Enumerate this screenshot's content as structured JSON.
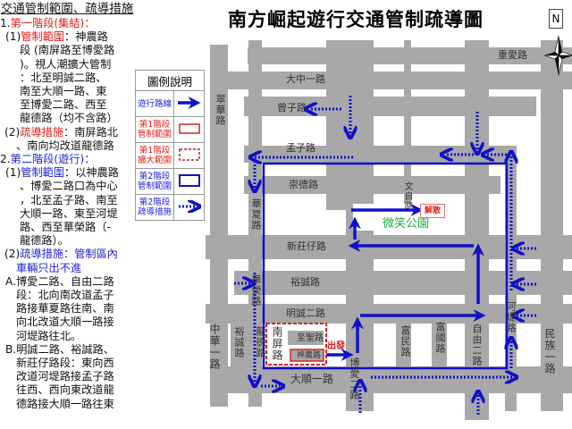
{
  "sidebar": {
    "heading": "交通管制範圍、疏導措施",
    "stage1": {
      "num": "1.",
      "title": "第一階段(集結)：",
      "item1": {
        "prefix": "(1)",
        "label": "管制範圍",
        "lines": [
          "：神農路",
          "段 (南屏路至博愛路",
          ")。視人潮擴大管制",
          "：北至明誠二路、",
          "南至大順一路、東",
          "至博愛二路、西至",
          "龍德路（均不含路）"
        ]
      },
      "item2": {
        "prefix": "(2)",
        "label": "疏導措施",
        "lines": [
          "：南屏路北",
          "、南向均改道龍德路"
        ]
      }
    },
    "stage2": {
      "num": "2.",
      "title": "第二階段(遊行)：",
      "item1": {
        "prefix": "(1)",
        "label": "管制範圍",
        "lines": [
          "：以神農路",
          "、博愛二路口為中心",
          "，北至孟子路、南至",
          "大順一路、東至河堤",
          "路、西至華榮路（-",
          "龍德路）。"
        ]
      },
      "item2": {
        "prefix": "(2)",
        "label": "疏導措施：管制區內",
        "lines": [
          "車輛只出不進"
        ]
      },
      "A": [
        "A.博愛二路、自由二路",
        "段：北向南改道孟子",
        "路接華夏路往南、南",
        "向北改道大順一路接",
        "河堤路往北。"
      ],
      "B": [
        "B.明誠二路、裕誠路、",
        "新莊仔路段：東向西",
        "改道河堤路接孟子路",
        "往西、西向東改道龍",
        "德路接大順一路往東"
      ]
    }
  },
  "legend": {
    "title": "圖例說明",
    "items": [
      {
        "label": "遊行路線",
        "symbol": "solid-blue-arrow"
      },
      {
        "label": "第1階段管制範圍",
        "symbol": "red-rectangle"
      },
      {
        "label": "第1階段擴大範圍",
        "symbol": "red-dashed-rectangle"
      },
      {
        "label": "第2階段管制範圍",
        "symbol": "blue-rectangle"
      },
      {
        "label": "第2階段疏導措施",
        "symbol": "dotted-blue-arrow"
      }
    ]
  },
  "map": {
    "title": "南方崛起遊行交通管制疏導圖",
    "north": "N",
    "roads": {
      "chongai": "重愛路",
      "dazhong1": "大中一路",
      "zengzi": "曾子路",
      "mengzi": "孟子路",
      "chongde": "崇德路",
      "cuihua": "翠華路",
      "huaxia": "華夏路",
      "wenzi": "文自路",
      "xinzhuangzai": "新莊仔路",
      "yucheng": "裕誠路",
      "mingcheng2": "明誠二路",
      "huarong": "華榮路",
      "zhonghua1": "中華一路",
      "yucheng_v": "裕誠路",
      "longde": "龍德路",
      "nanping": "南屏路",
      "zhisheng": "至聖路",
      "shennong": "神農路",
      "dashun1": "大順一路",
      "boai2": "博愛二路",
      "fumin": "富民路",
      "fuguo": "富國路",
      "ziyou2": "自由二路",
      "hedi": "河堤路",
      "minzu1": "民族一路"
    },
    "park": "微笑公園",
    "start": "出發",
    "end": "解散",
    "colors": {
      "road": "#a8a8a8",
      "route": "#1010c8",
      "stage1": "#e0201c",
      "park": "#22aa44"
    }
  }
}
